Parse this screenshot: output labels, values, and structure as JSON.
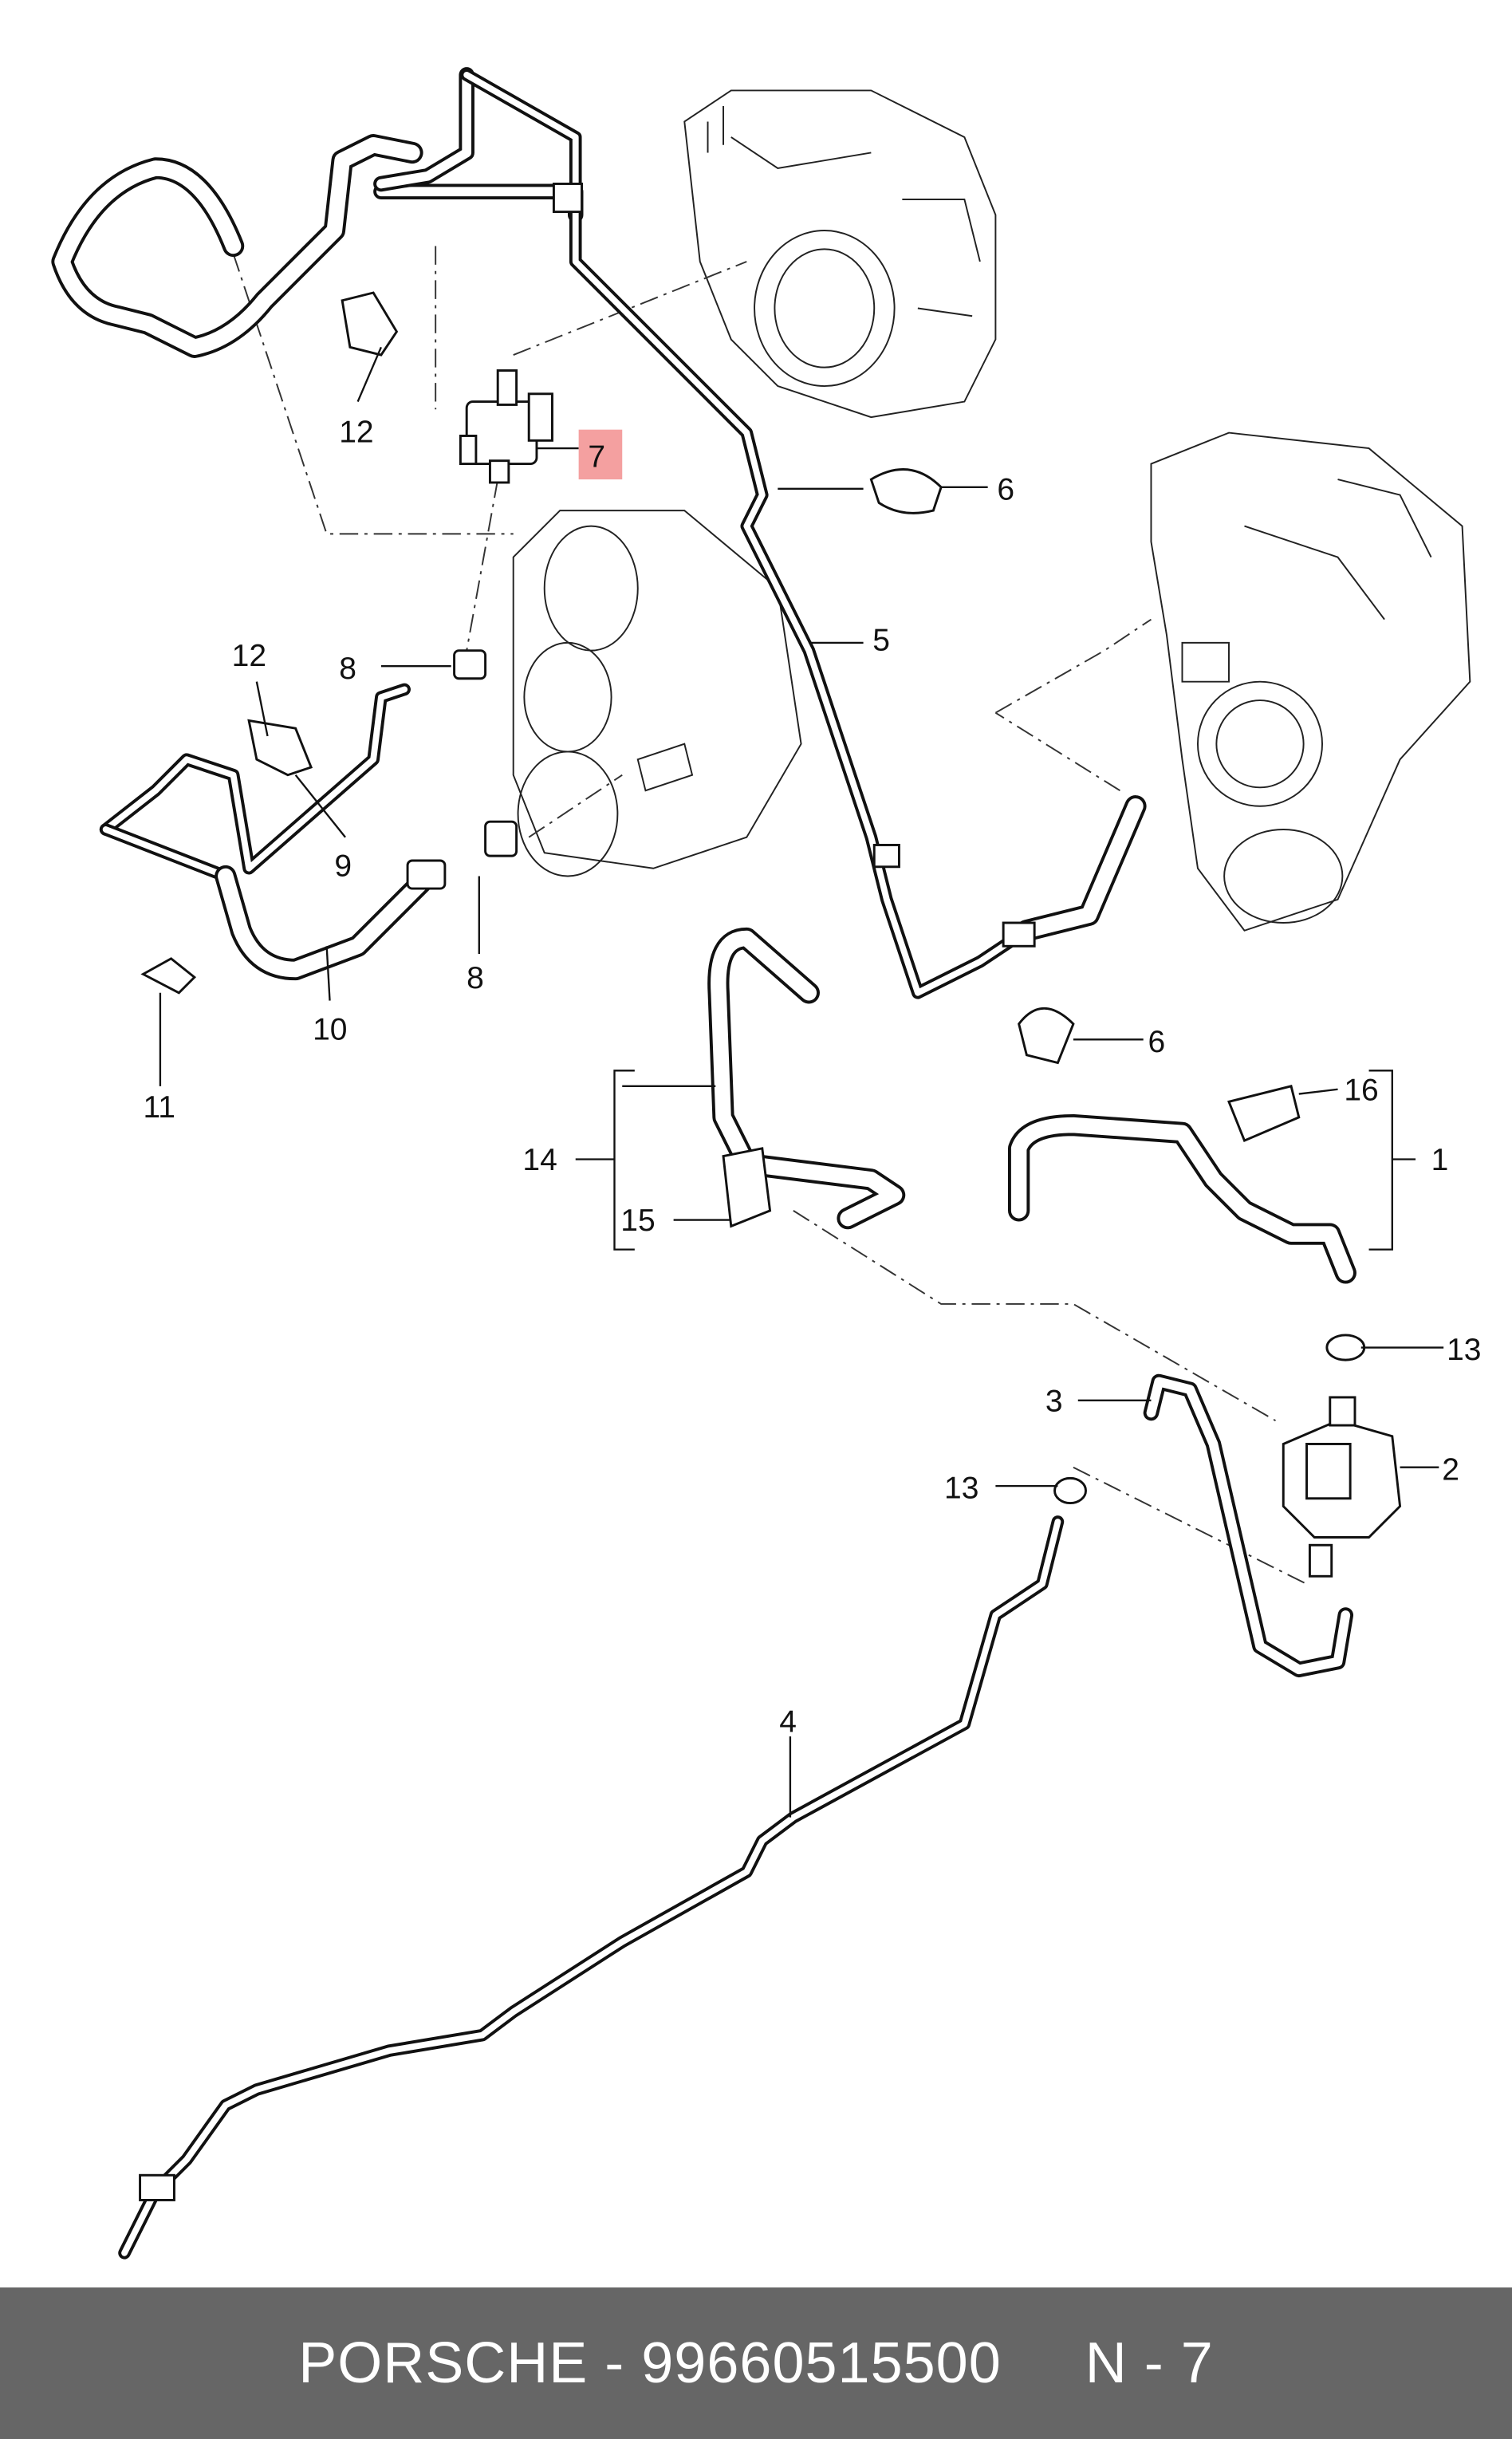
{
  "callouts": {
    "c1": "1",
    "c2": "2",
    "c3": "3",
    "c4": "4",
    "c5": "5",
    "c6a": "6",
    "c6b": "6",
    "c7": "7",
    "c8a": "8",
    "c8b": "8",
    "c9": "9",
    "c10": "10",
    "c11": "11",
    "c12a": "12",
    "c12b": "12",
    "c13a": "13",
    "c13b": "13",
    "c14": "14",
    "c15": "15",
    "c16": "16"
  },
  "highlight_color": "#f4a0a0",
  "footer": {
    "brand": "PORSCHE",
    "part_number": "99660515500",
    "ref": "N - 7",
    "text": "PORSCHE - 99660515500     N - 7"
  }
}
